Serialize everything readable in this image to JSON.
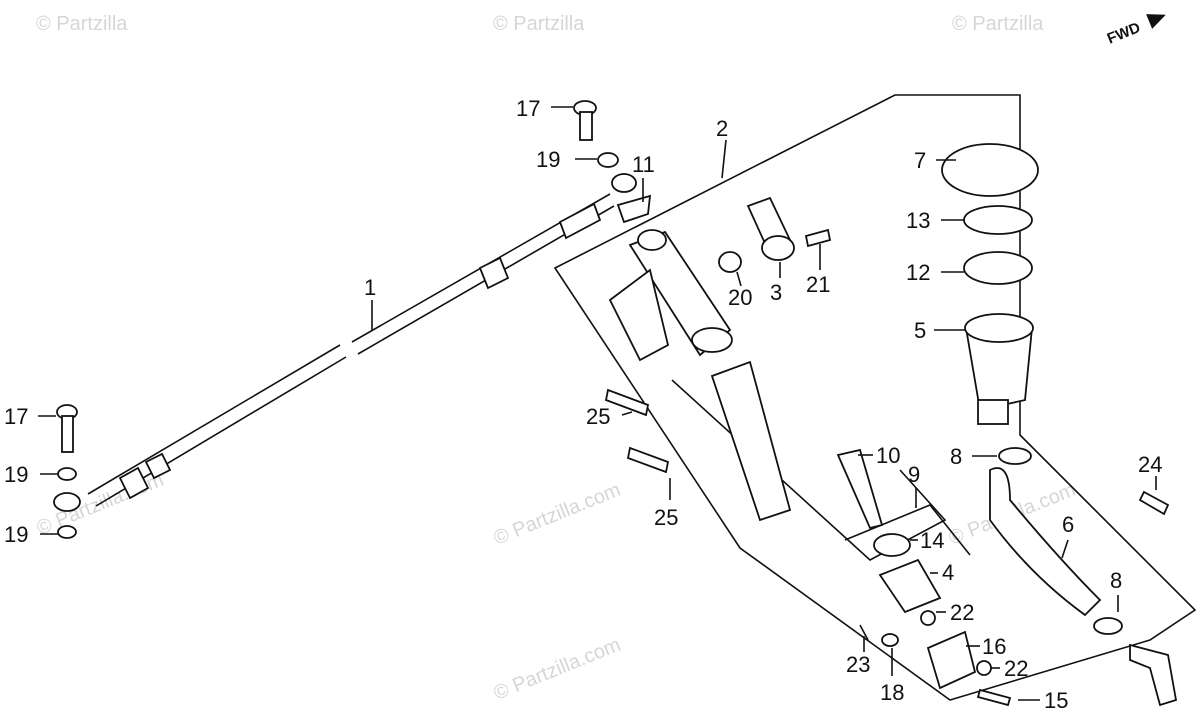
{
  "fwd_label": "FWD",
  "watermarks": [
    "© Partzilla",
    "© Partzilla",
    "© Partzilla",
    "© Partzilla.com",
    "© Partzilla.com",
    "© Partzilla.com",
    "© Partzilla.com"
  ],
  "callouts": {
    "c1": "1",
    "c2": "2",
    "c3": "3",
    "c4": "4",
    "c5": "5",
    "c6": "6",
    "c7": "7",
    "c8a": "8",
    "c8b": "8",
    "c9": "9",
    "c10": "10",
    "c11": "11",
    "c12": "12",
    "c13": "13",
    "c14": "14",
    "c15": "15",
    "c16": "16",
    "c17a": "17",
    "c17b": "17",
    "c18": "18",
    "c19a": "19",
    "c19b": "19",
    "c19c": "19",
    "c20": "20",
    "c21": "21",
    "c22a": "22",
    "c22b": "22",
    "c23": "23",
    "c24": "24",
    "c25a": "25",
    "c25b": "25"
  },
  "icons": {
    "fwd": "fwd-arrow-icon"
  }
}
